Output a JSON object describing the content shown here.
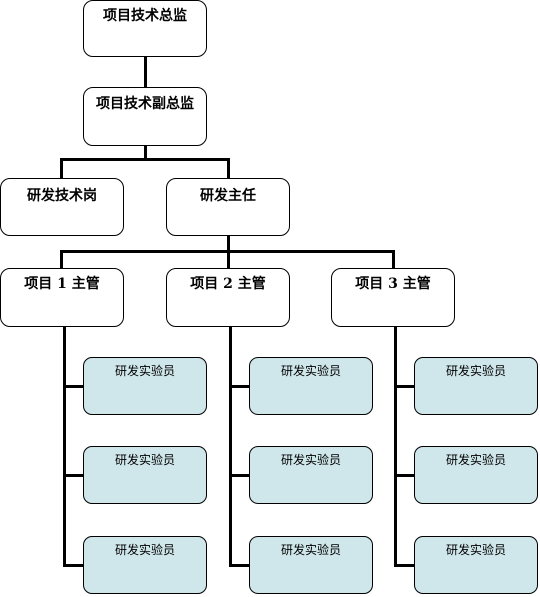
{
  "org_chart": {
    "director": "项目技术总监",
    "deputy_director": "项目技术副总监",
    "tech_post": "研发技术岗",
    "rd_head": "研发主任",
    "managers": [
      {
        "label": "项目 1 主管",
        "staff": [
          "研发实验员",
          "研发实验员",
          "研发实验员"
        ]
      },
      {
        "label": "项目 2 主管",
        "staff": [
          "研发实验员",
          "研发实验员",
          "研发实验员"
        ]
      },
      {
        "label": "项目 3 主管",
        "staff": [
          "研发实验员",
          "研发实验员",
          "研发实验员"
        ]
      }
    ]
  }
}
